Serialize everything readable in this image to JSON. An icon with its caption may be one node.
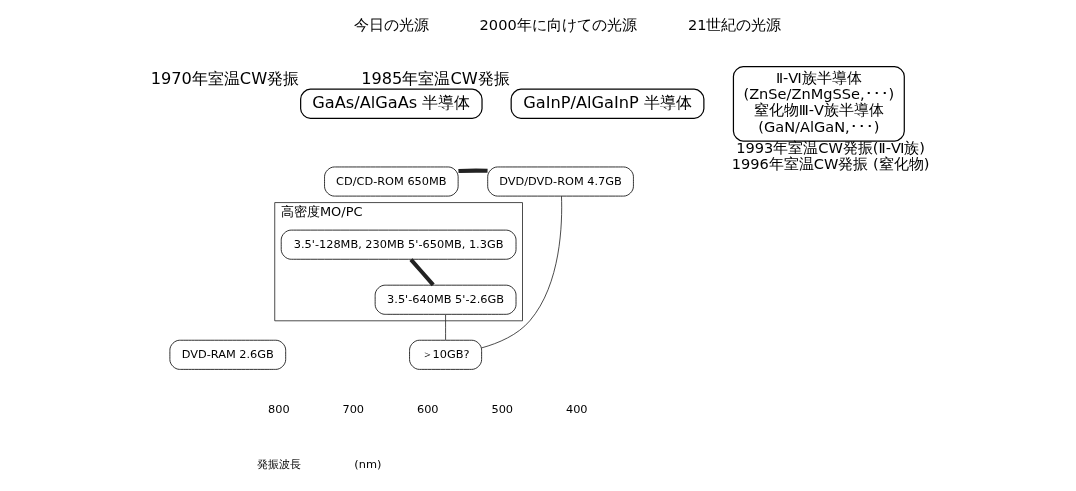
{
  "diagram": {
    "nodes": [
      {
        "text": [
          "GaAs/AlGaAs 半導体"
        ],
        "beside": [
          "1970年室温CW発振"
        ]
      },
      {
        "text": [
          "GaInP/AlGaInP 半導体"
        ],
        "beside": [
          "1985年室温CW発振"
        ]
      },
      {
        "text": [
          "Ⅱ-Ⅵ族半導体",
          "(ZnSe/ZnMgSSe,･･･)",
          "窒化物Ⅲ-Ⅴ族半導体",
          "(GaN/AlGaN,･･･)"
        ],
        "beside": [
          "1993年室温CW発振(Ⅱ-Ⅵ族)",
          "1996年室温CW発振 (窒化物)"
        ]
      },
      {
        "text": [
          "CD/CD-ROM 650MB"
        ]
      },
      {
        "text": [
          "DVD/DVD-ROM 4.7GB"
        ]
      },
      {
        "text": [
          "＞10GB?"
        ]
      },
      {
        "text": [
          "高密度MO/PC"
        ]
      },
      {
        "text": [
          "3.5'-128MB, 230MB 5'-650MB, 1.3GB"
        ],
        "in": 6
      },
      {
        "text": [
          "3.5'-640MB 5'-2.6GB"
        ],
        "in": 6
      },
      {
        "text": [
          "DVD-RAM 2.6GB"
        ]
      }
    ],
    "edges": [
      {
        "from": 3,
        "to": 4,
        "arrow": "none",
        "style": "thick"
      },
      {
        "from": 4,
        "to": 5,
        "arrow": "none"
      },
      {
        "from": 7,
        "to": 8,
        "arrow": "none",
        "style": "thick"
      },
      {
        "from": 8,
        "to": 5,
        "arrow": "none"
      }
    ],
    "labels": [
      "今日の光源",
      "2000年に向けての光源",
      "21世紀の光源",
      "800",
      "700",
      "600",
      "500",
      "400",
      "発振波長",
      "(nm)"
    ]
  }
}
